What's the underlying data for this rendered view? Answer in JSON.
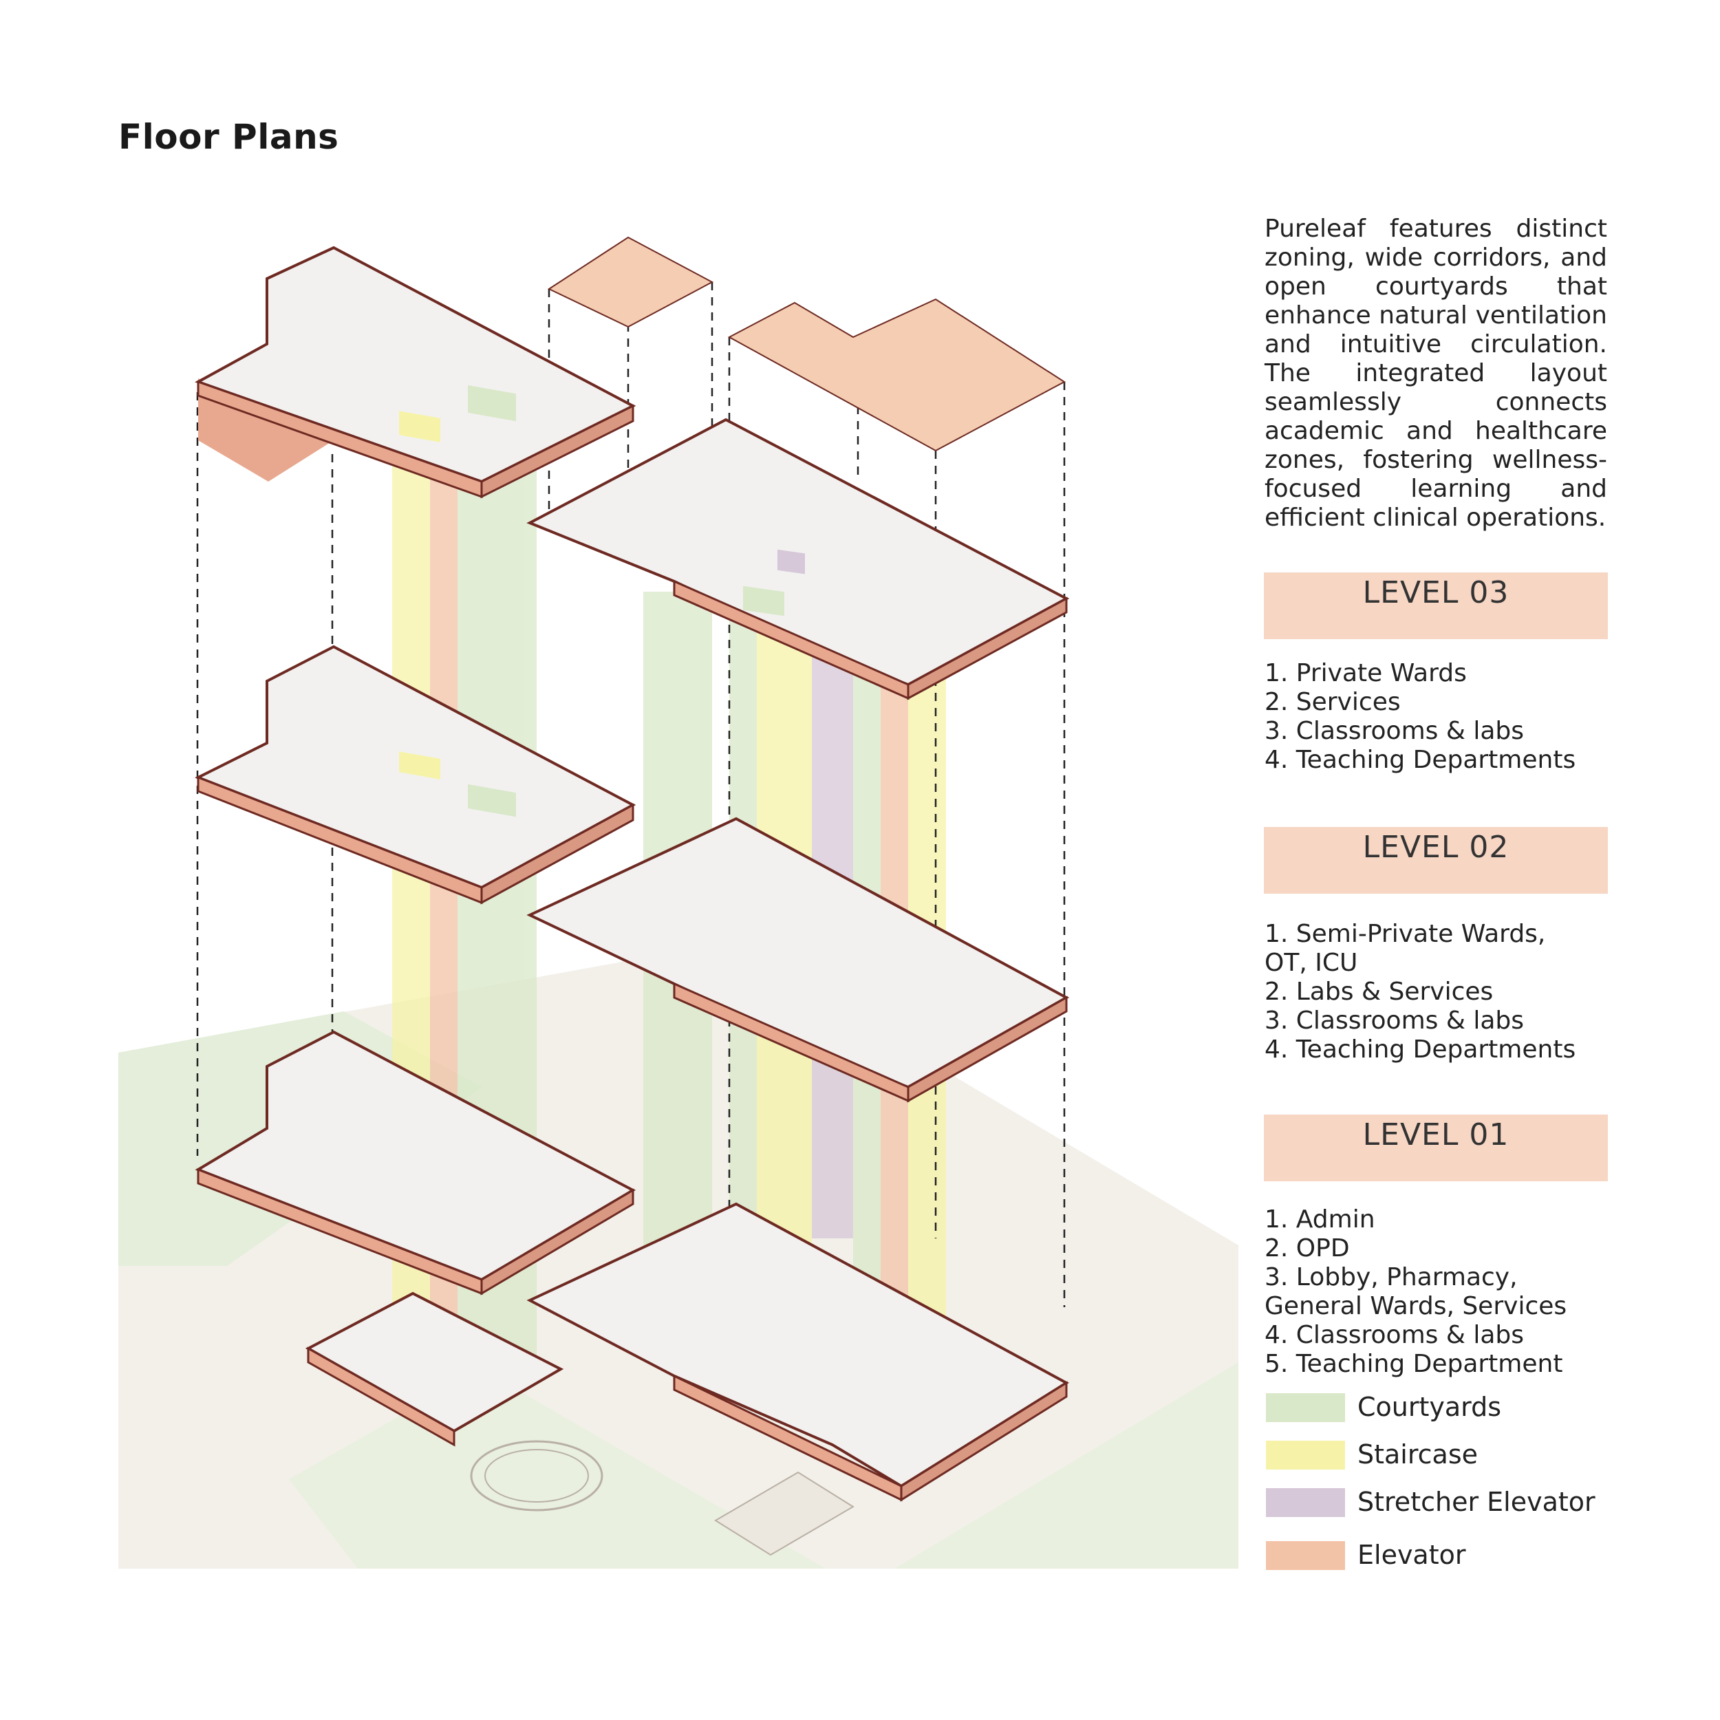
{
  "title": "Floor Plans",
  "description": "Pureleaf features distinct zoning, wide corridors, and open courtyards that enhance natural ventilation and intuitive circulation. The integrated layout seamlessly connects academic and healthcare zones, fostering wellness-focused learning and efficient clinical operations.",
  "levels": [
    {
      "label": "LEVEL 03",
      "items": [
        "1. Private Wards",
        "2. Services",
        "3. Classrooms & labs",
        "4. Teaching Departments"
      ]
    },
    {
      "label": "LEVEL 02",
      "items": [
        "1. Semi-Private Wards, OT, ICU",
        "2. Labs & Services",
        "3. Classrooms & labs",
        "4. Teaching Departments"
      ]
    },
    {
      "label": "LEVEL 01",
      "items": [
        "1. Admin",
        "2. OPD",
        "3. Lobby, Pharmacy, General Wards, Services",
        "4. Classrooms & labs",
        "5. Teaching Department"
      ]
    }
  ],
  "legend": [
    {
      "label": "Courtyards",
      "color": "#d9e8c8"
    },
    {
      "label": "Staircase",
      "color": "#f6f3a8"
    },
    {
      "label": "Stretcher Elevator",
      "color": "#d6c8d8"
    },
    {
      "label": "Elevator",
      "color": "#f3c3a8"
    }
  ],
  "colors": {
    "wall": "#e8a88f",
    "wall_edge": "#6e2a22",
    "floor": "#f2f1f0",
    "roof": "#f4cdb3",
    "site": "#f1ede6",
    "lawn": "#e4eedb"
  }
}
